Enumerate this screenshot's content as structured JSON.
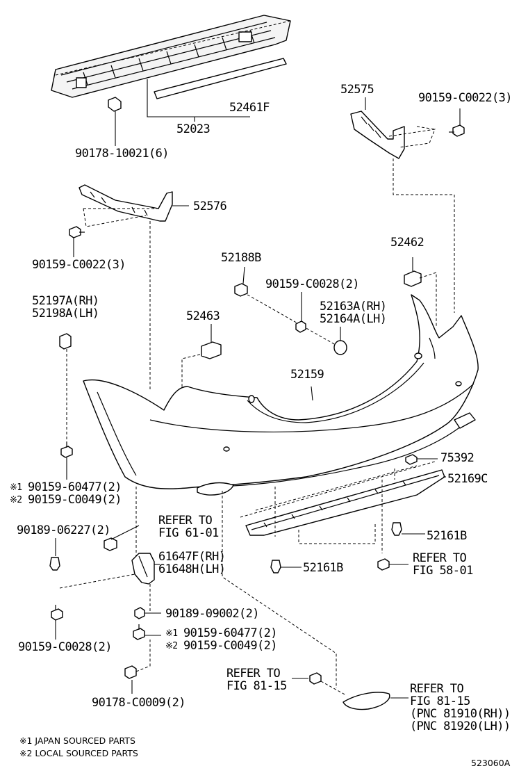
{
  "labels": {
    "p52461F": "52461F",
    "p52023": "52023",
    "p90178_10021": "90178-10021(6)",
    "p52575": "52575",
    "p90159_C0022_a": "90159-C0022(3)",
    "p52576": "52576",
    "p90159_C0022_b": "90159-C0022(3)",
    "p52188B": "52188B",
    "p52462": "52462",
    "p90159_C0028_a": "90159-C0028(2)",
    "p52163A": "52163A(RH)",
    "p52164A": "52164A(LH)",
    "p52197A": "52197A(RH)",
    "p52198A": "52198A(LH)",
    "p52463": "52463",
    "p52159": "52159",
    "p75392": "75392",
    "p52169C": "52169C",
    "p90159_60477_a": "90159-60477(2)",
    "p90159_C0049_a": "90159-C0049(2)",
    "p90189_06227": "90189-06227(2)",
    "refer_61_01_a": "REFER TO",
    "refer_61_01_b": "FIG 61-01",
    "p52161B_a": "52161B",
    "p61647F": "61647F(RH)",
    "p61648H": "61648H(LH)",
    "p52161B_b": "52161B",
    "refer_58_01_a": "REFER TO",
    "refer_58_01_b": "FIG 58-01",
    "p90189_09002": "90189-09002(2)",
    "p90159_C0028_b": "90159-C0028(2)",
    "p90159_60477_b": "90159-60477(2)",
    "p90159_C0049_b": "90159-C0049(2)",
    "refer_81_15_a": "REFER TO",
    "refer_81_15_b": "FIG 81-15",
    "refer_81_15_c": "REFER TO",
    "refer_81_15_d": "FIG 81-15",
    "pnc_rh": "(PNC 81910(RH))",
    "pnc_lh": "(PNC 81920(LH))",
    "p90178_C0009": "90178-C0009(2)"
  },
  "marks": {
    "m1": "※1",
    "m2": "※2"
  },
  "notes": {
    "n1": "※1 JAPAN SOURCED PARTS",
    "n2": "※2 LOCAL SOURCED PARTS"
  },
  "figure_id": "523060A"
}
